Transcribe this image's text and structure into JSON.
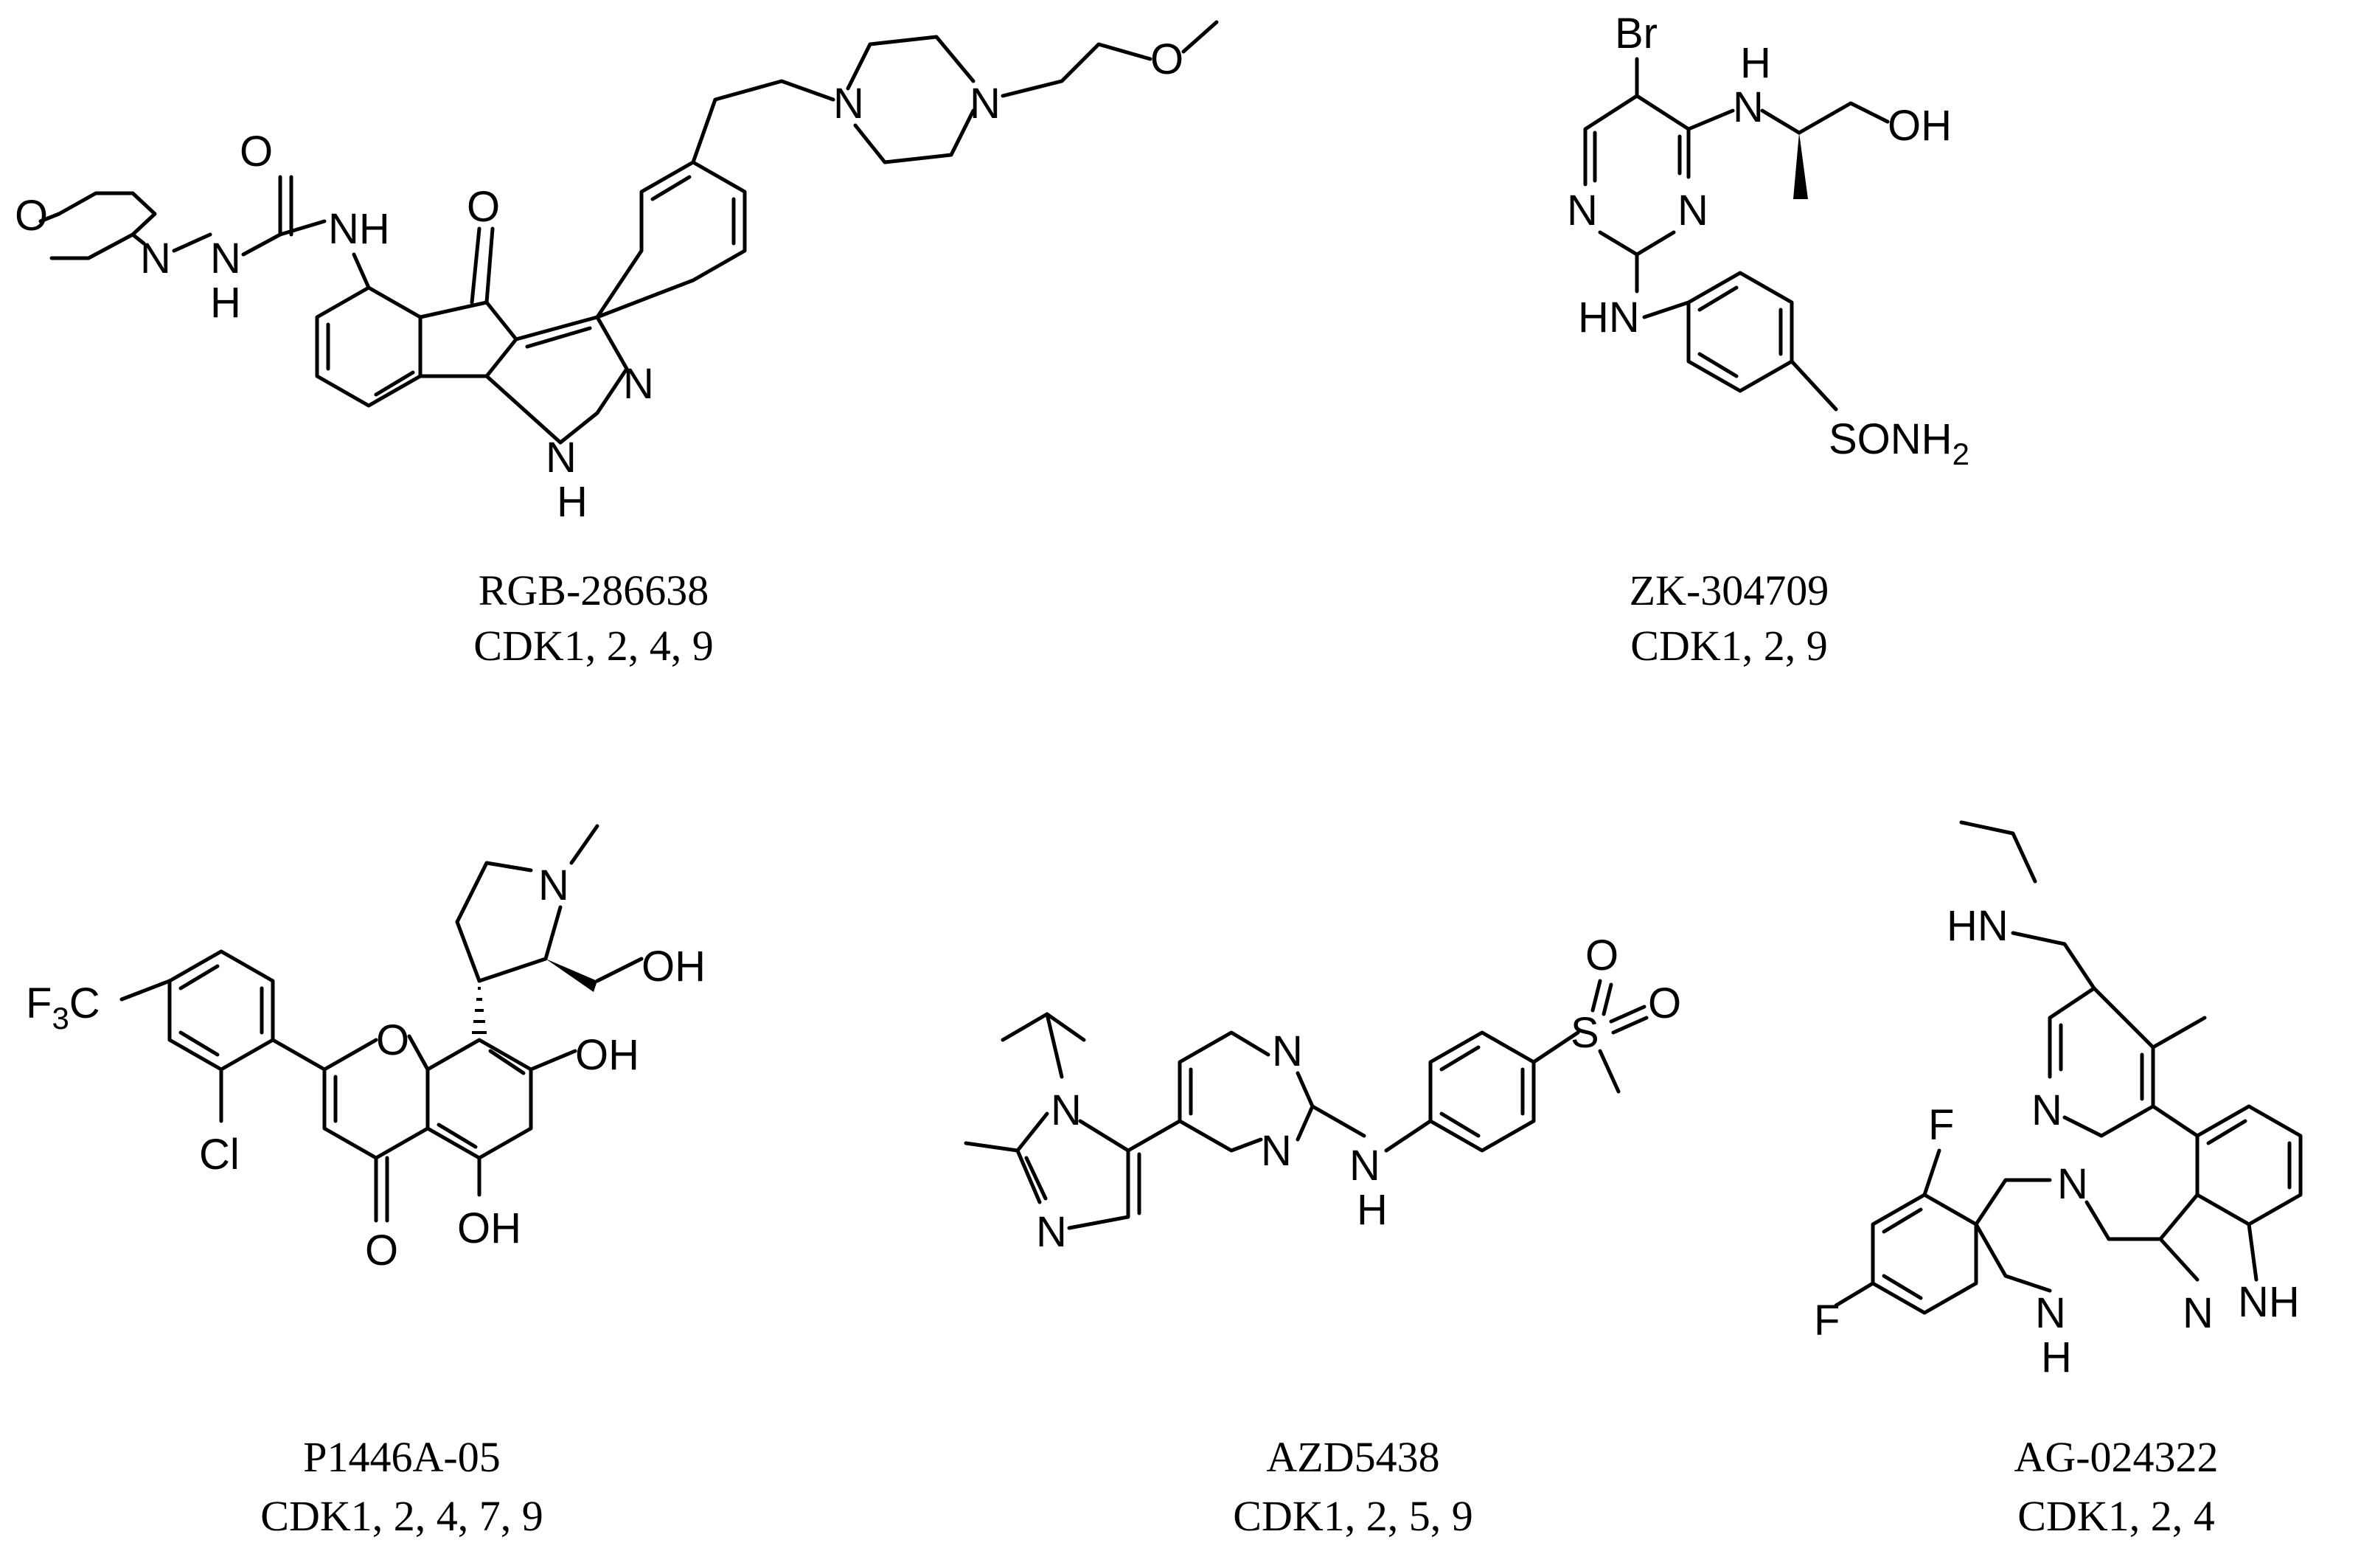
{
  "compounds": [
    {
      "name": "RGB-286638",
      "targets": "CDK1, 2, 4, 9"
    },
    {
      "name": "ZK-304709",
      "targets": "CDK1, 2, 9"
    },
    {
      "name": "P1446A-05",
      "targets": "CDK1, 2, 4, 7, 9"
    },
    {
      "name": "AZD5438",
      "targets": "CDK1, 2, 5, 9"
    },
    {
      "name": "AG-024322",
      "targets": "CDK1, 2, 4"
    }
  ],
  "atoms": {
    "O": "O",
    "N": "N",
    "NH": "NH",
    "HN": "HN",
    "H": "H",
    "OH": "OH",
    "Br": "Br",
    "Cl": "Cl",
    "F": "F",
    "S": "S",
    "SONH": "SONH",
    "two": "2",
    "F3C_F": "F",
    "F3C_3": "3",
    "F3C_C": "C"
  }
}
